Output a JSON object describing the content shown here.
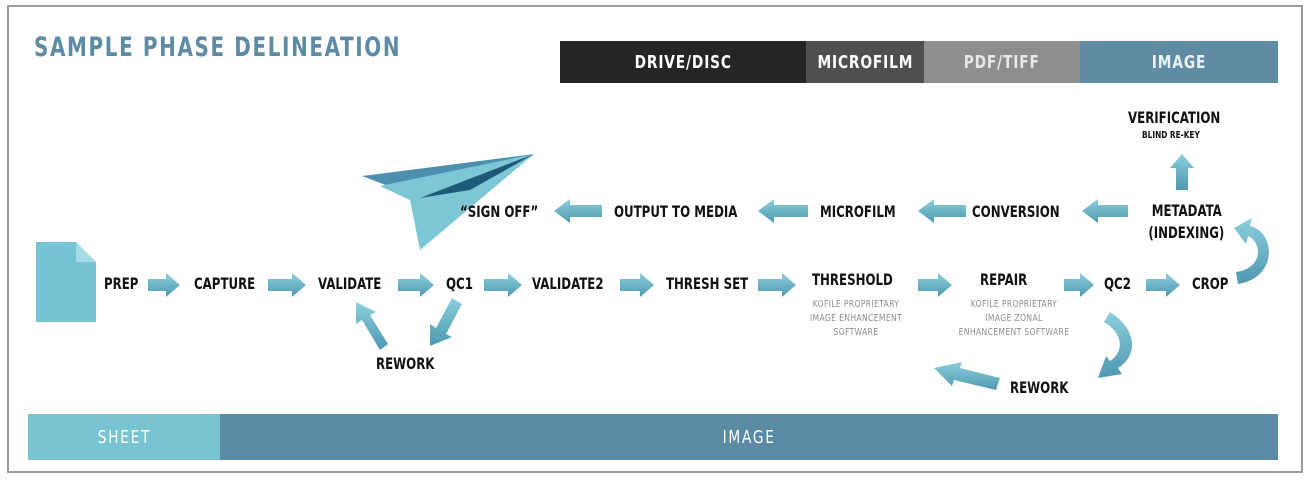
{
  "title": "SAMPLE PHASE DELINEATION",
  "media_types": [
    {
      "label": "DRIVE/DISC",
      "bg": "#252525",
      "fg": "#ffffff"
    },
    {
      "label": "MICROFILM",
      "bg": "#4f4f4f",
      "fg": "#ffffff"
    },
    {
      "label": "PDF/TIFF",
      "bg": "#8e8e8e",
      "fg": "#e8e8e8"
    },
    {
      "label": "IMAGE",
      "bg": "#5f8ba5",
      "fg": "#e9f2f7"
    }
  ],
  "phases": [
    {
      "label": "SHEET",
      "bg": "#79c4d3"
    },
    {
      "label": "IMAGE",
      "bg": "#5b8ba4"
    }
  ],
  "steps": {
    "prep": "PREP",
    "capture": "CAPTURE",
    "validate": "VALIDATE",
    "qc1": "QC1",
    "rework1": "REWORK",
    "validate2": "VALIDATE2",
    "thresh_set": "THRESH SET",
    "threshold": "THRESHOLD",
    "threshold_note": [
      "KOFILE PROPRIETARY",
      "IMAGE ENHANCEMENT",
      "SOFTWARE"
    ],
    "repair": "REPAIR",
    "repair_note": [
      "KOFILE PROPRIETARY",
      "IMAGE ZONAL",
      "ENHANCEMENT SOFTWARE"
    ],
    "qc2": "QC2",
    "crop": "CROP",
    "rework2": "REWORK",
    "metadata": [
      "METADATA",
      "(INDEXING)"
    ],
    "verification": "VERIFICATION",
    "verification_note": "BLIND RE-KEY",
    "conversion": "CONVERSION",
    "microfilm": "MICROFILM",
    "output_to_media": "OUTPUT TO MEDIA",
    "sign_off": "“SIGN OFF”"
  },
  "colors": {
    "arrow": "#6bb3c8",
    "arrow_dark": "#4f95ab",
    "document": "#76c3d4",
    "plane_light": "#7cc6d6",
    "plane_mid": "#4d8fae",
    "plane_dark": "#1f5a7a"
  },
  "icons": [
    "document-icon",
    "paper-plane-icon"
  ]
}
